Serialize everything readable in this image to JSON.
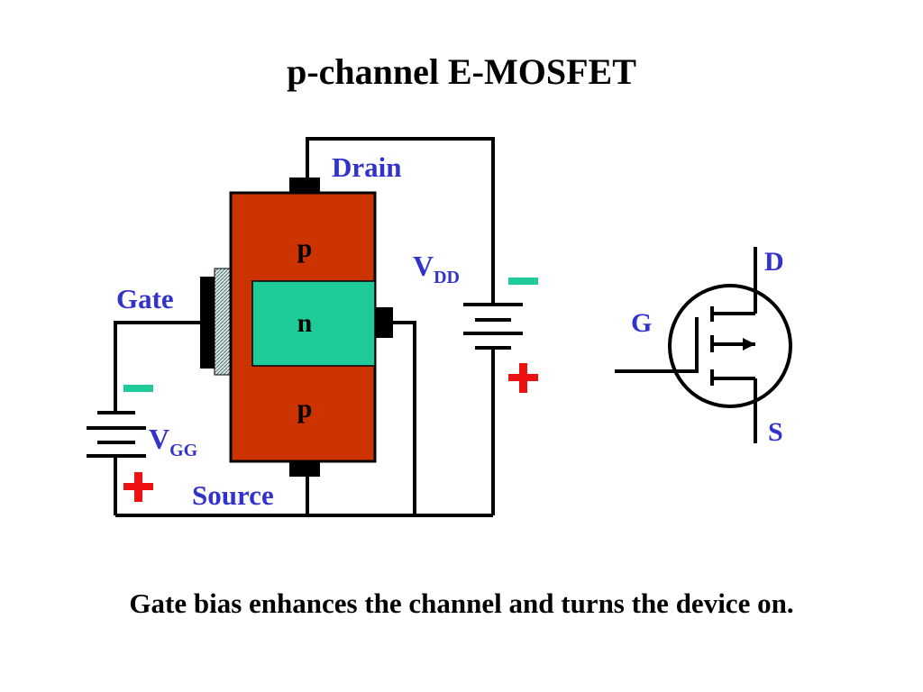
{
  "title": "p-channel E-MOSFET",
  "caption": "Gate bias enhances the channel and turns the device on.",
  "device": {
    "region_top": "p",
    "region_middle": "n",
    "region_bottom": "p"
  },
  "terminals": {
    "drain": "Drain",
    "gate": "Gate",
    "source": "Source"
  },
  "supplies": {
    "vdd_main": "V",
    "vdd_sub": "DD",
    "vgg_main": "V",
    "vgg_sub": "GG"
  },
  "symbol": {
    "drain": "D",
    "gate": "G",
    "source": "S"
  },
  "colors": {
    "label_blue": "#3333cc",
    "substrate": "#cc3300",
    "channel": "#1fcc99",
    "minus": "#1fcc99",
    "plus": "#ee1111"
  }
}
